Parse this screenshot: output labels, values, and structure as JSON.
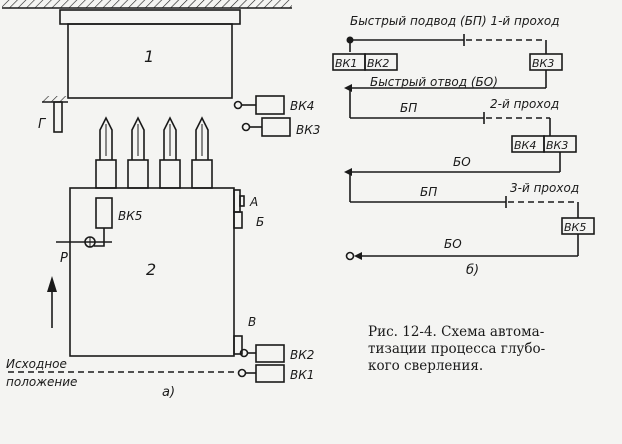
{
  "left": {
    "box_top_label": "1",
    "box_main_label": "2",
    "stop_label": "Г",
    "vk4": "ВК4",
    "vk3": "ВК3",
    "vk5": "ВК5",
    "vk2": "ВК2",
    "vk1": "ВК1",
    "cam_a": "А",
    "cam_b1": "Б",
    "cam_v": "В",
    "point_p": "Р",
    "start_line1": "Исходное",
    "start_line2": "положение",
    "sub_a": "а)"
  },
  "right": {
    "pass1": "Быстрый подвод (БП) 1-й проход",
    "retract1": "Быстрый отвод (БО)",
    "vk1": "ВК1",
    "vk2": "ВК2",
    "vk3": "ВК3",
    "bp2": "БП",
    "pass2": "2-й проход",
    "vk4b": "ВК4",
    "vk3b": "ВК3",
    "bo2": "БО",
    "bp3": "БП",
    "pass3": "3-й проход",
    "vk5": "ВК5",
    "bo3": "БО",
    "sub_b": "б)"
  },
  "caption": {
    "line1": "Рис. 12-4. Схема автома-",
    "line2": "тизации процесса глубо-",
    "line3": "кого сверления."
  }
}
